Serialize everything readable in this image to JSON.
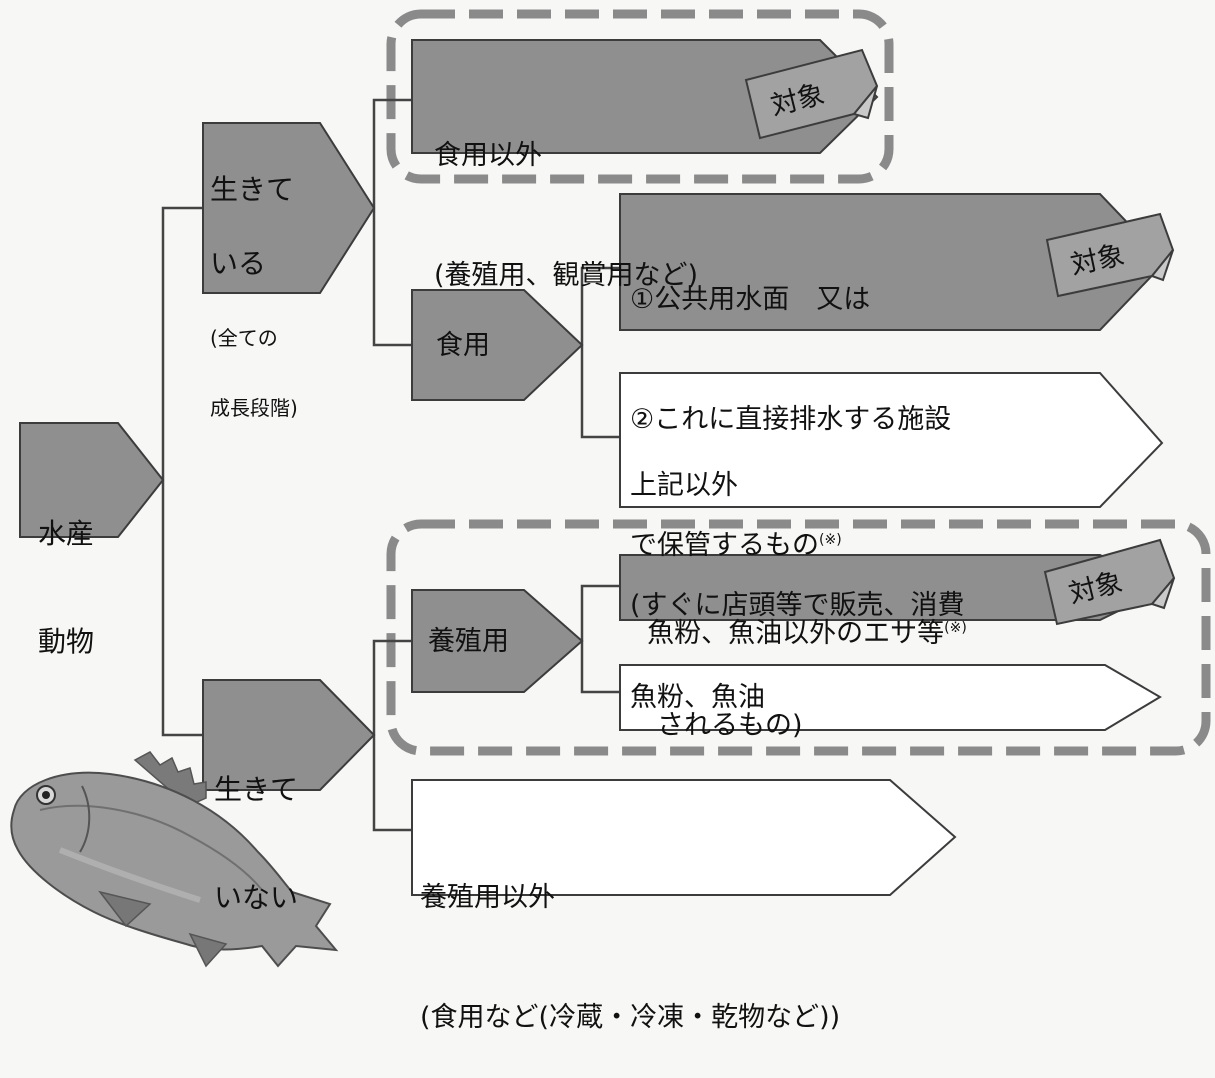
{
  "nodes": {
    "root": {
      "line1": "水産",
      "line2": "動物"
    },
    "alive": {
      "line1": "生きて",
      "line2": "いる",
      "note1": "(全ての",
      "note2": "成長段階)"
    },
    "not_alive": {
      "line1": "生きて",
      "line2": "いない"
    },
    "non_food": {
      "line1": "食用以外",
      "line2": "(養殖用、観賞用など)"
    },
    "food": {
      "label": "食用"
    },
    "food_target": {
      "line1": "①公共用水面　又は",
      "line2": "②これに直接排水する施設",
      "line3": "で保管するもの",
      "note": "(※)"
    },
    "food_other": {
      "line1": "上記以外",
      "line2": "(すぐに店頭等で販売、消費",
      "line3": "　されるもの)"
    },
    "aquaculture": {
      "label": "養殖用"
    },
    "feed": {
      "label": "魚粉、魚油以外のエサ等",
      "note": "(※)"
    },
    "fishmeal": {
      "label": "魚粉、魚油"
    },
    "non_aquaculture": {
      "line1": "養殖用以外",
      "line2": "(食用など(冷蔵・冷凍・乾物など))"
    }
  },
  "target_tag": "対象",
  "colors": {
    "gray_fill": "#8f8f8f",
    "white_fill": "#ffffff",
    "outline": "#3c3c3c",
    "dash": "#8a8a8a",
    "line": "#444444"
  }
}
